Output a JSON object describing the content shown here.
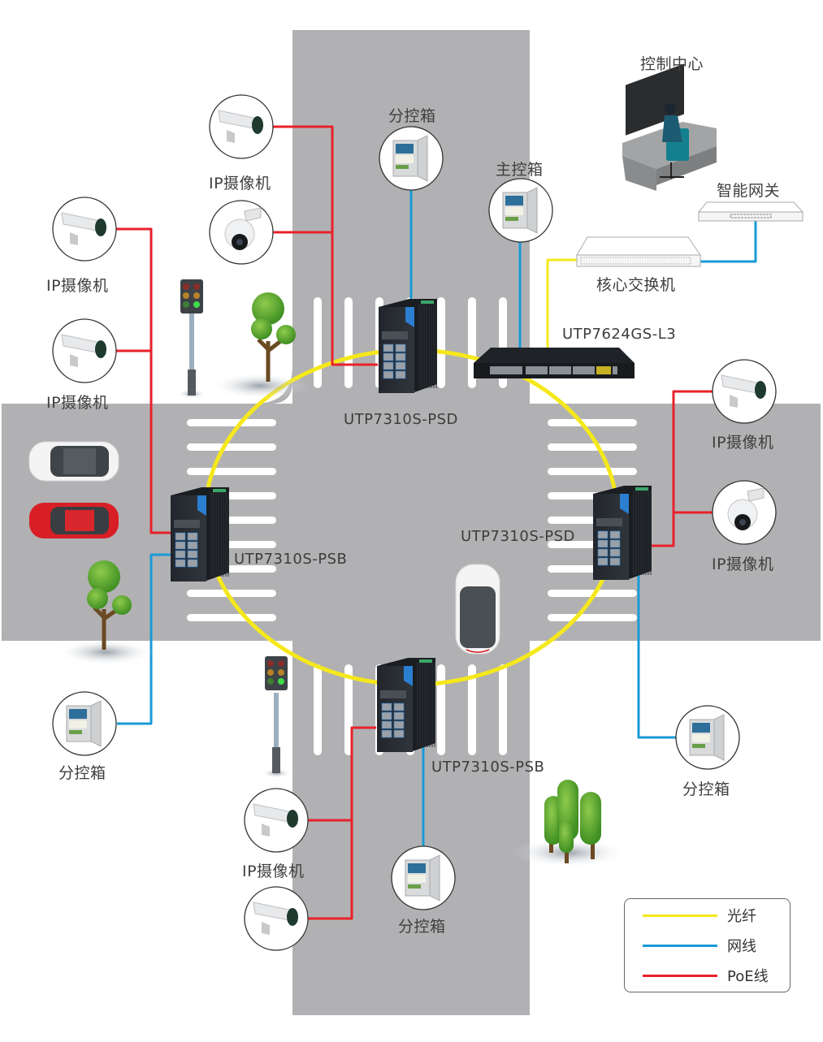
{
  "title": "十字路口监控网络拓扑",
  "colors": {
    "fiber": "#f5e81c",
    "network": "#1a9ad6",
    "poe": "#e8212b",
    "road": "#b1b1b3",
    "crosswalk": "#ffffff"
  },
  "control_center": {
    "label": "控制中心"
  },
  "gateway": {
    "label": "智能网关"
  },
  "core_switch": {
    "label": "核心交换机",
    "model": "UTP7624GS-L3"
  },
  "main_box": {
    "label": "主控箱"
  },
  "switches": [
    {
      "id": "north",
      "model": "UTP7310S-PSD"
    },
    {
      "id": "west",
      "model": "UTP7310S-PSB"
    },
    {
      "id": "east",
      "model": "UTP7310S-PSD"
    },
    {
      "id": "south",
      "model": "UTP7310S-PSB"
    }
  ],
  "cameras": [
    {
      "id": "north-1",
      "label": "IP摄像机",
      "type": "bullet"
    },
    {
      "id": "north-2",
      "label": "",
      "type": "dome"
    },
    {
      "id": "west-1",
      "label": "IP摄像机",
      "type": "bullet"
    },
    {
      "id": "west-2",
      "label": "IP摄像机",
      "type": "bullet"
    },
    {
      "id": "east-1",
      "label": "IP摄像机",
      "type": "bullet"
    },
    {
      "id": "east-2",
      "label": "IP摄像机",
      "type": "dome"
    },
    {
      "id": "south-1",
      "label": "IP摄像机",
      "type": "bullet"
    },
    {
      "id": "south-2",
      "label": "",
      "type": "bullet"
    }
  ],
  "sub_boxes": [
    {
      "id": "north",
      "label": "分控箱"
    },
    {
      "id": "west",
      "label": "分控箱"
    },
    {
      "id": "east",
      "label": "分控箱"
    },
    {
      "id": "south",
      "label": "分控箱"
    }
  ],
  "legend": [
    {
      "label": "光纤",
      "color": "#f5e81c"
    },
    {
      "label": "网线",
      "color": "#1a9ad6"
    },
    {
      "label": "PoE线",
      "color": "#e8212b"
    }
  ]
}
